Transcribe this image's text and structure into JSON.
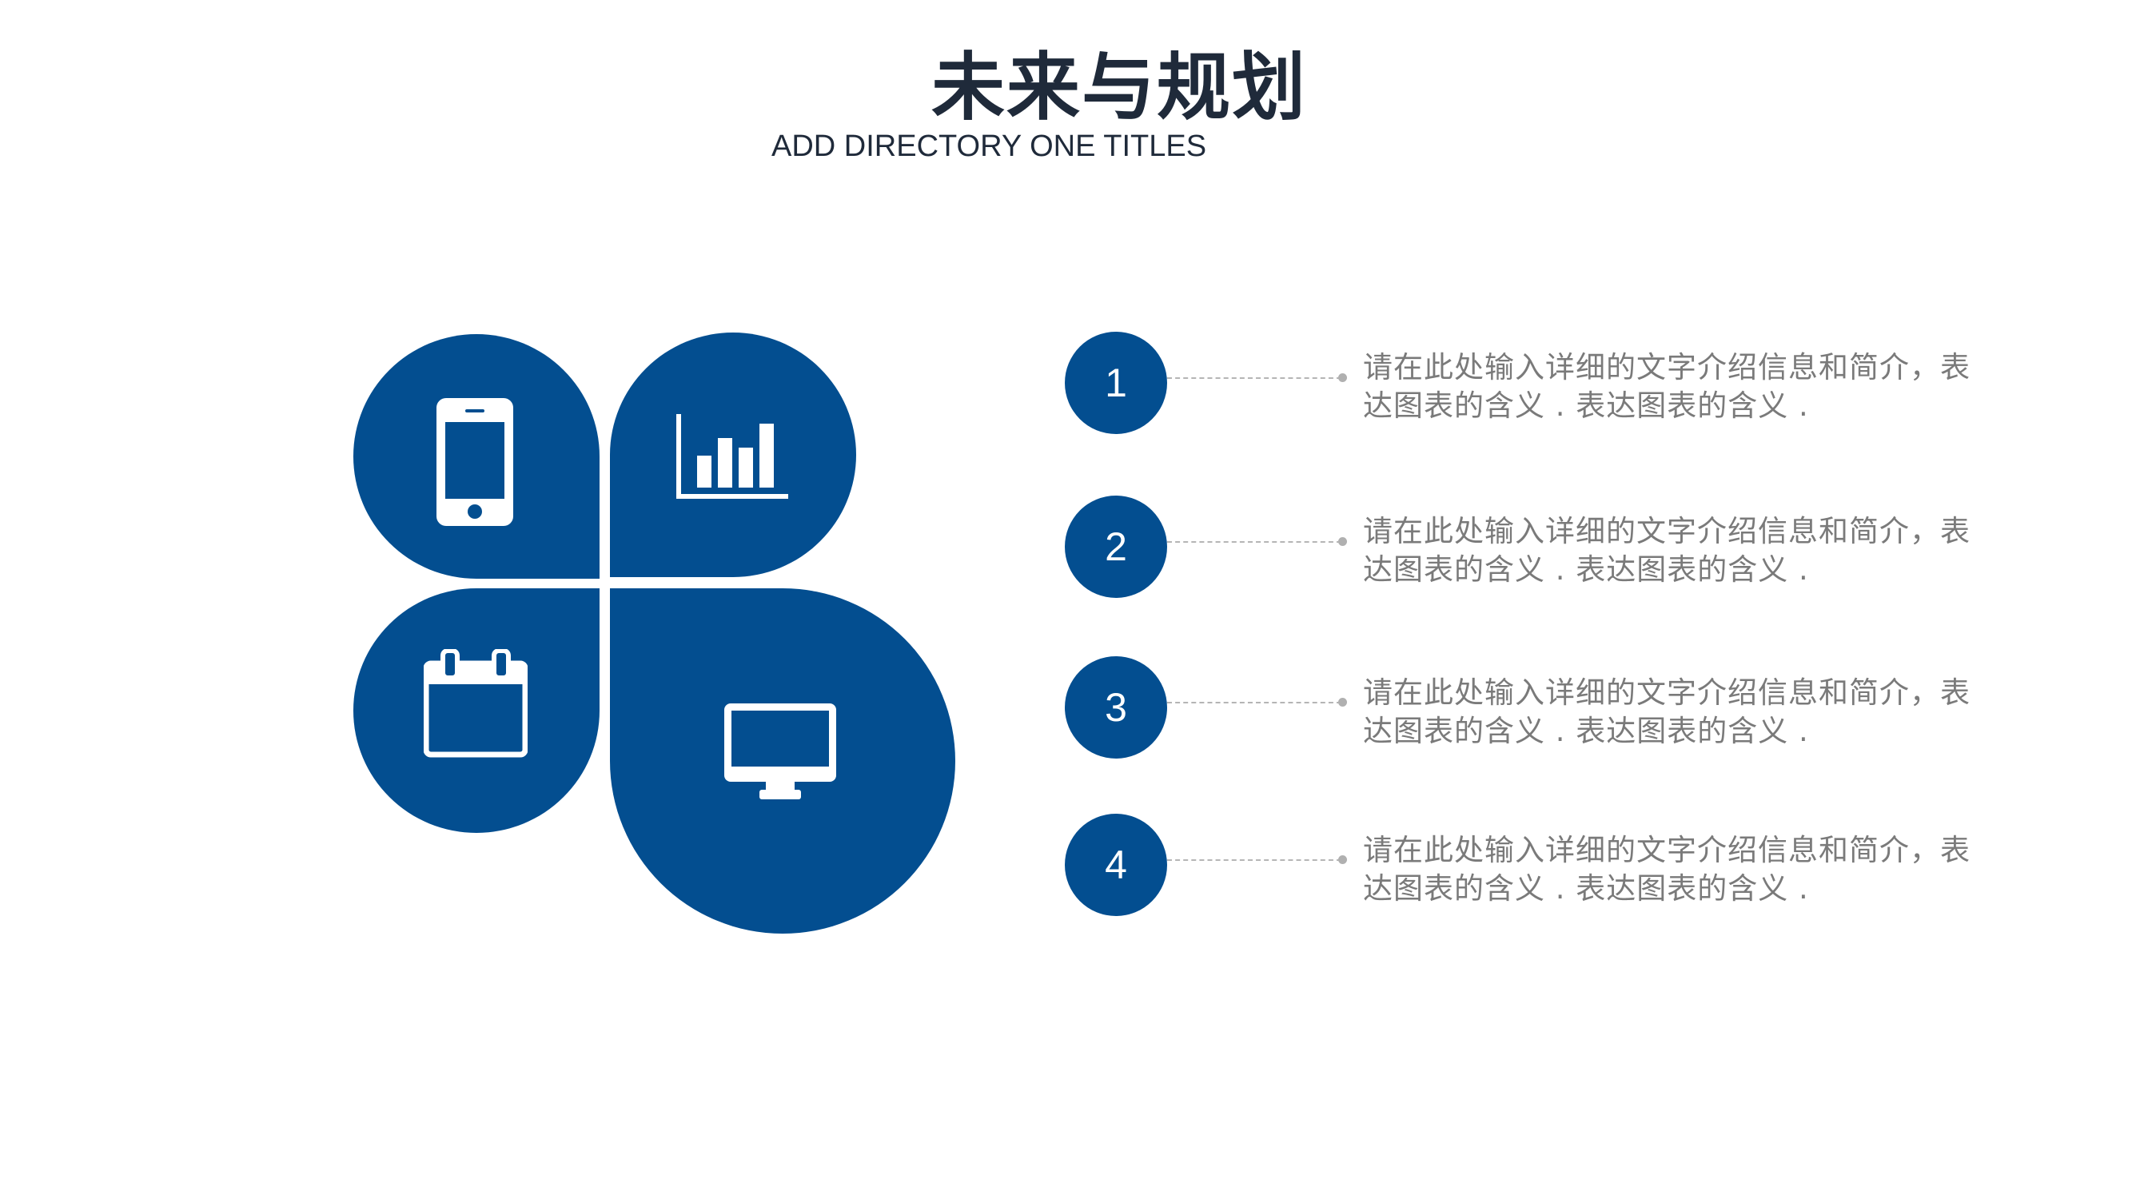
{
  "header": {
    "title": "未来与规划",
    "subtitle": "ADD DIRECTORY ONE TITLES"
  },
  "colors": {
    "accent": "#034e90",
    "title": "#1f2a3a",
    "body_text": "#7a7a7a",
    "connector": "#b5b5b5"
  },
  "petals": [
    {
      "icon": "smartphone-icon"
    },
    {
      "icon": "bar-chart-icon"
    },
    {
      "icon": "calendar-icon"
    },
    {
      "icon": "monitor-icon"
    }
  ],
  "items": [
    {
      "number": "1",
      "text_line1": "请在此处输入详细的文字介绍信息和简介，表",
      "text_line2": "达图表的含义 . 表达图表的含义 ."
    },
    {
      "number": "2",
      "text_line1": "请在此处输入详细的文字介绍信息和简介，表",
      "text_line2": "达图表的含义 . 表达图表的含义 ."
    },
    {
      "number": "3",
      "text_line1": "请在此处输入详细的文字介绍信息和简介，表",
      "text_line2": "达图表的含义 . 表达图表的含义 ."
    },
    {
      "number": "4",
      "text_line1": "请在此处输入详细的文字介绍信息和简介，表",
      "text_line2": "达图表的含义 . 表达图表的含义 ."
    }
  ]
}
